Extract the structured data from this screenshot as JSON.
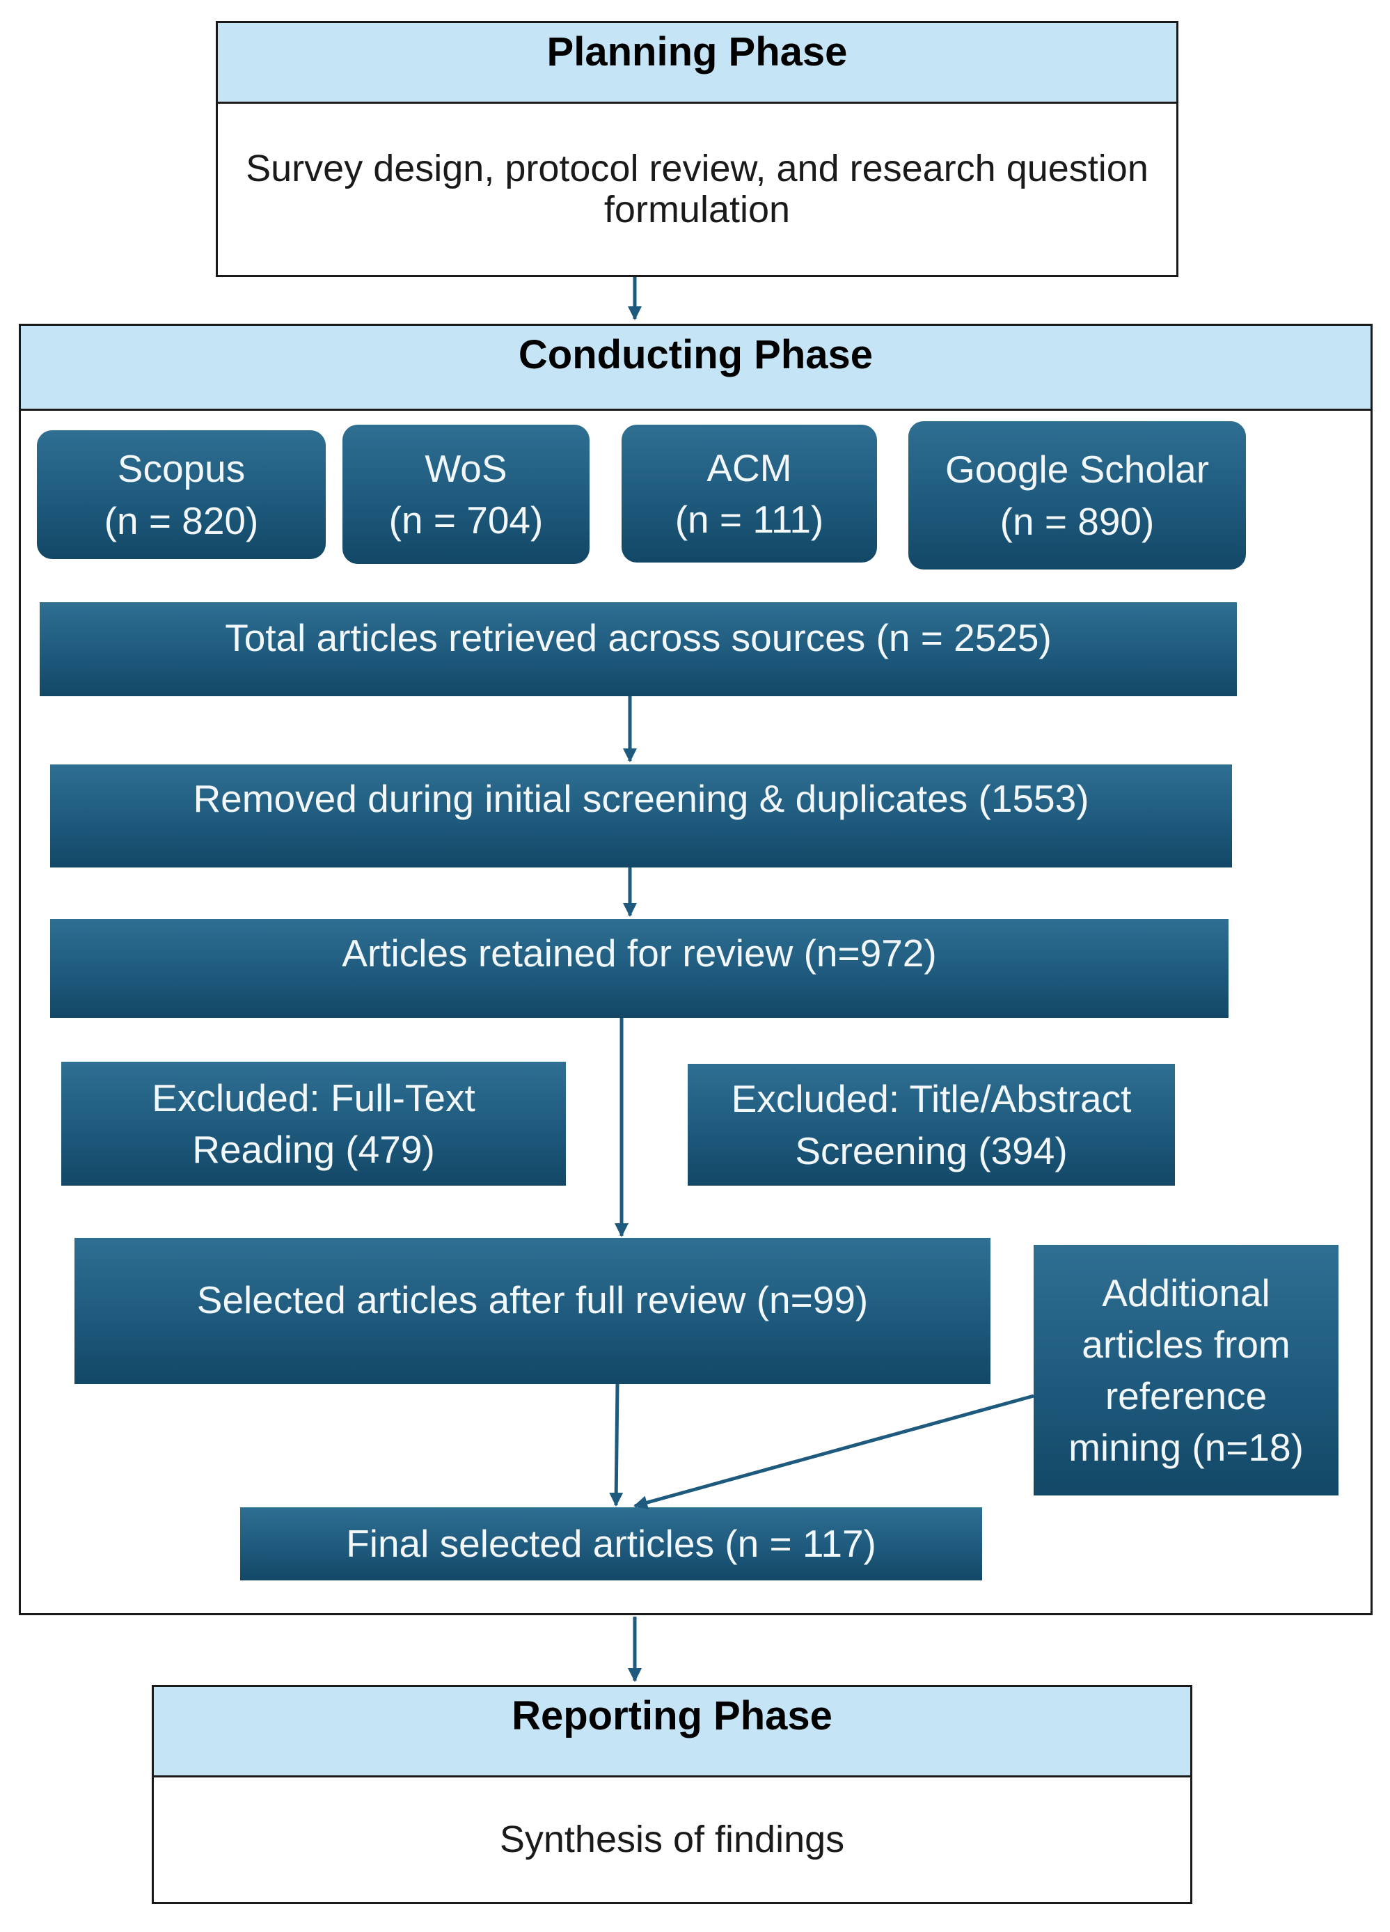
{
  "planning": {
    "title": "Planning Phase",
    "body": "Survey design, protocol review, and research question formulation"
  },
  "conducting": {
    "title": "Conducting Phase",
    "sources": [
      {
        "name": "Scopus",
        "count": "(n = 820)"
      },
      {
        "name": "WoS",
        "count": "(n = 704)"
      },
      {
        "name": "ACM",
        "count": "(n = 111)"
      },
      {
        "name": "Google Scholar",
        "count": "(n = 890)"
      }
    ],
    "total": "Total articles retrieved across sources (n = 2525)",
    "removed": "Removed during initial screening & duplicates (1553)",
    "retained": "Articles retained for review (n=972)",
    "excluded_fulltext": {
      "line1": "Excluded: Full-Text",
      "line2": "Reading (479)"
    },
    "excluded_title": {
      "line1": "Excluded: Title/Abstract",
      "line2": "Screening (394)"
    },
    "selected": "Selected articles after full review (n=99)",
    "additional": {
      "line1": "Additional",
      "line2": "articles from",
      "line3": "reference",
      "line4": "mining (n=18)"
    },
    "final": "Final selected articles (n = 117)"
  },
  "reporting": {
    "title": "Reporting Phase",
    "body": "Synthesis of findings"
  },
  "colors": {
    "box_fill": "#1e5a7d",
    "header_fill": "#c5e4f5",
    "arrow": "#1e5a7d",
    "border": "#1a1a1a"
  }
}
